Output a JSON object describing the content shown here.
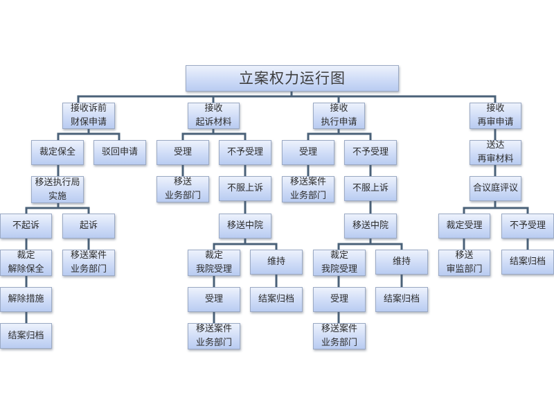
{
  "title": "立案权力运行图",
  "colors": {
    "line": "#4a6178",
    "box_top": "#edf2fc",
    "box_bottom": "#b9ccf1",
    "box_border": "#9aa9c4",
    "text": "#2b2b2b"
  },
  "nodes": {
    "root": "立案权力运行图",
    "b1": "接收诉前\n财保申请",
    "b1_l": "裁定保全",
    "b1_r": "驳回申请",
    "b1_l_1": "移送执行局\n实施",
    "b1_l_1_l": "不起诉",
    "b1_l_1_r": "起诉",
    "b1_l_1_l_1": "裁定\n解除保全",
    "b1_l_1_l_2": "解除措施",
    "b1_l_1_l_3": "结案归档",
    "b1_l_1_r_1": "移送案件\n业务部门",
    "b2": "接收\n起诉材料",
    "b2_l": "受理",
    "b2_l_1": "移送\n业务部门",
    "b2_r": "不予受理",
    "b2_r_1": "不服上诉",
    "b2_r_2": "移送中院",
    "b2_r_2_l": "裁定\n我院受理",
    "b2_r_2_l_1": "受理",
    "b2_r_2_l_2": "移送案件\n业务部门",
    "b2_r_2_r": "维持",
    "b2_r_2_r_1": "结案归档",
    "b3": "接收\n执行申请",
    "b3_l": "受理",
    "b3_l_1": "移送案件\n业务部门",
    "b3_r": "不予受理",
    "b3_r_1": "不服上诉",
    "b3_r_2": "移送中院",
    "b3_r_2_l": "裁定\n我院受理",
    "b3_r_2_l_1": "受理",
    "b3_r_2_l_2": "移送案件\n业务部门",
    "b3_r_2_r": "维持",
    "b3_r_2_r_1": "结案归档",
    "b4": "接收\n再审申请",
    "b4_1": "送达\n再审材料",
    "b4_2": "合议庭评议",
    "b4_2_l": "裁定受理",
    "b4_2_l_1": "移送\n审监部门",
    "b4_2_r": "不予受理",
    "b4_2_r_1": "结案归档"
  }
}
